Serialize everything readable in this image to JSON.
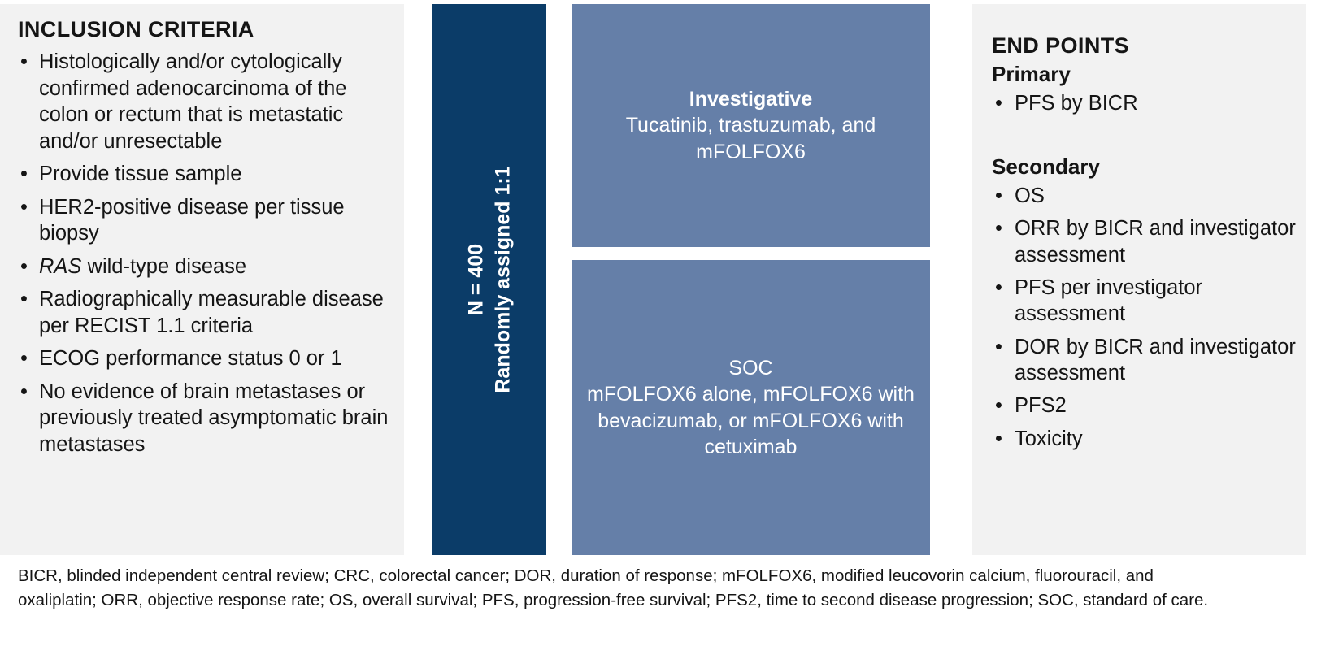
{
  "colors": {
    "panel_background": "#f2f2f2",
    "randomization_navy": "#0b3c68",
    "arm_slate_blue": "#657fa8",
    "text_dark": "#151515",
    "text_light": "#ffffff"
  },
  "inclusion": {
    "heading": "INCLUSION CRITERIA",
    "criteria": [
      {
        "prefix": "",
        "emphasis": "",
        "text": "Histologically and/or cytologically confirmed adenocarcinoma of the colon or rectum that is metastatic and/or unresectable"
      },
      {
        "prefix": "",
        "emphasis": "",
        "text": "Provide tissue sample"
      },
      {
        "prefix": "",
        "emphasis": "",
        "text": "HER2-positive disease per tissue biopsy"
      },
      {
        "prefix": "",
        "emphasis": "RAS",
        "text": " wild-type disease"
      },
      {
        "prefix": "",
        "emphasis": "",
        "text": "Radiographically measurable disease per RECIST 1.1 criteria"
      },
      {
        "prefix": "",
        "emphasis": "",
        "text": "ECOG performance status 0 or 1"
      },
      {
        "prefix": "",
        "emphasis": "",
        "text": "No evidence of brain metastases or previously treated asymptomatic brain metastases"
      }
    ]
  },
  "randomization": {
    "line1": "N = 400",
    "line2": "Randomly assigned 1:1"
  },
  "arms": [
    {
      "title": "Investigative",
      "title_bold": true,
      "description": "Tucatinib, trastuzumab, and mFOLFOX6"
    },
    {
      "title": "SOC",
      "title_bold": false,
      "description": "mFOLFOX6 alone, mFOLFOX6 with bevacizumab, or mFOLFOX6 with cetuximab"
    }
  ],
  "endpoints": {
    "heading": "END POINTS",
    "primary_label": "Primary",
    "primary": [
      "PFS by BICR"
    ],
    "secondary_label": "Secondary",
    "secondary": [
      "OS",
      "ORR by BICR and investigator assessment",
      "PFS per investigator assessment",
      "DOR by BICR and investigator assessment",
      "PFS2",
      "Toxicity"
    ]
  },
  "footnote": {
    "line1": "BICR, blinded independent central review; CRC, colorectal cancer; DOR, duration of response; mFOLFOX6, modified leucovorin calcium, fluorouracil, and",
    "line2": "oxaliplatin; ORR, objective response rate; OS, overall survival; PFS, progression-free survival; PFS2, time to second disease progression; SOC, standard of care."
  }
}
